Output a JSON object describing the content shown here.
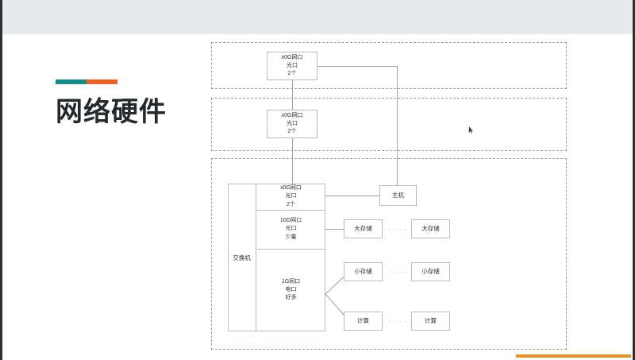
{
  "slide": {
    "title": "网络硬件",
    "accent_colors": {
      "left": "#1a8a86",
      "right": "#e8622a"
    },
    "top_band_color": "#e6eaea",
    "progress_bar_color": "#e0912a"
  },
  "diagram": {
    "layers": [
      {
        "name": "layer-core",
        "label": ""
      },
      {
        "name": "layer-aggregation",
        "label": ""
      },
      {
        "name": "layer-access",
        "label": ""
      }
    ],
    "nodes": {
      "core_switch_port": "x0G网口\n光口\n2个",
      "agg_switch_port": "x0G网口\n光口\n2个",
      "host": "主机",
      "switch_label": "交换机",
      "port_uplink": "x0G网口\n光口\n2个",
      "port_10g": "10G网口\n光口\n少量",
      "port_1g": "1G网口\n电口\n好多",
      "big_storage_1": "大存储",
      "big_storage_2": "大存储",
      "small_storage_1": "小存储",
      "small_storage_2": "小存储",
      "compute_1": "计算",
      "compute_2": "计算"
    },
    "ellipsis": "· · · · · ·"
  }
}
